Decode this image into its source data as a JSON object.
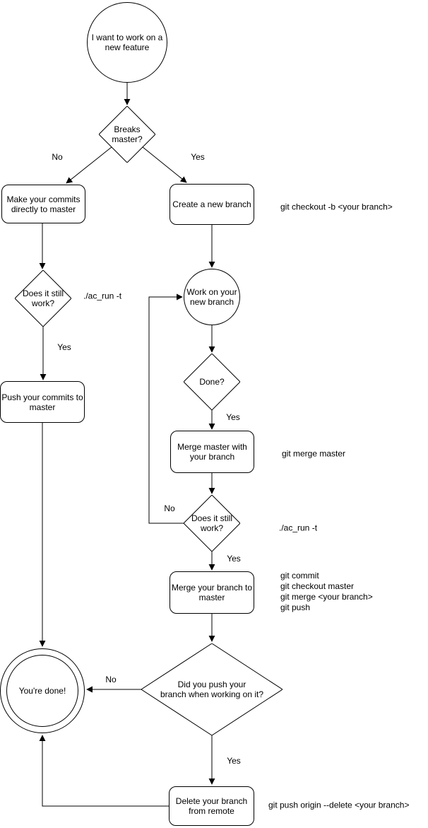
{
  "diagram_title": "Git feature workflow flowchart",
  "colors": {
    "stroke": "#000000",
    "fill": "#ffffff",
    "text": "#000000"
  },
  "nodes": {
    "start": {
      "type": "circle",
      "label": [
        "I want to work on a",
        "new feature"
      ]
    },
    "breaks_master": {
      "type": "decision",
      "label": [
        "Breaks",
        "master?"
      ]
    },
    "make_commits": {
      "type": "process",
      "label": [
        "Make your commits",
        "directly to master"
      ]
    },
    "create_branch": {
      "type": "process",
      "label": [
        "Create a new branch"
      ]
    },
    "still_work_1": {
      "type": "decision",
      "label": [
        "Does it still",
        "work?"
      ]
    },
    "push_commits": {
      "type": "process",
      "label": [
        "Push your commits to",
        "master"
      ]
    },
    "work_branch": {
      "type": "circle",
      "label": [
        "Work on your",
        "new branch"
      ]
    },
    "done_q": {
      "type": "decision",
      "label": [
        "Done?"
      ]
    },
    "merge_master": {
      "type": "process",
      "label": [
        "Merge master with",
        "your branch"
      ]
    },
    "still_work_2": {
      "type": "decision",
      "label": [
        "Does it still",
        "work?"
      ]
    },
    "merge_branch": {
      "type": "process",
      "label": [
        "Merge your branch to",
        "master"
      ]
    },
    "did_push": {
      "type": "decision",
      "label": [
        "Did you push your",
        "branch when working on it?"
      ]
    },
    "done": {
      "type": "terminal",
      "label": [
        "You're done!"
      ]
    },
    "delete_branch": {
      "type": "process",
      "label": [
        "Delete your branch",
        "from remote"
      ]
    }
  },
  "edge_labels": {
    "no_breaks": "No",
    "yes_breaks": "Yes",
    "yes_still_work_1": "Yes",
    "yes_done_q": "Yes",
    "no_still_work_2": "No",
    "yes_still_work_2": "Yes",
    "no_did_push": "No",
    "yes_did_push": "Yes"
  },
  "annotations": {
    "checkout_cmd": "git checkout -b <your branch>",
    "ac_run_1": "./ac_run -t",
    "merge_master_cmd": "git merge master",
    "ac_run_2": "./ac_run -t",
    "merge_branch_cmds": [
      "git commit",
      "git checkout master",
      "git merge <your branch>",
      "git push"
    ],
    "delete_cmd": "git push origin --delete <your branch>"
  }
}
